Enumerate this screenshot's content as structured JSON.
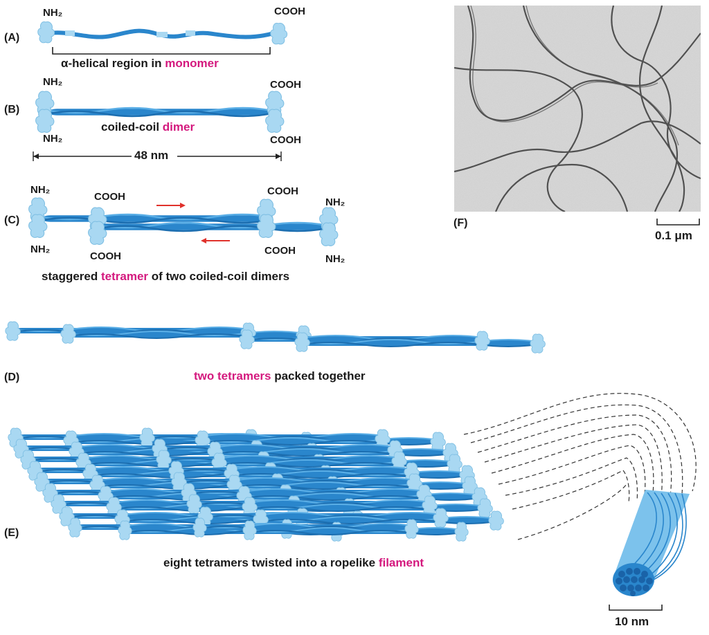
{
  "panels": {
    "a": "(A)",
    "b": "(B)",
    "c": "(C)",
    "d": "(D)",
    "e": "(E)",
    "f": "(F)"
  },
  "panel_a": {
    "nh2": "NH₂",
    "cooh": "COOH",
    "caption_pre": "α-helical region in ",
    "caption_hl": "monomer"
  },
  "panel_b": {
    "nh2_top": "NH₂",
    "nh2_bottom": "NH₂",
    "cooh_top": "COOH",
    "cooh_bottom": "COOH",
    "caption_pre": "coiled-coil ",
    "caption_hl": "dimer",
    "length": "48 nm"
  },
  "panel_c": {
    "nh2_tl": "NH₂",
    "nh2_bl": "NH₂",
    "cooh_tl": "COOH",
    "cooh_bl": "COOH",
    "cooh_tr": "COOH",
    "cooh_br": "COOH",
    "nh2_tr": "NH₂",
    "nh2_br": "NH₂",
    "caption_pre": "staggered ",
    "caption_hl": "tetramer",
    "caption_post": " of two coiled-coil dimers"
  },
  "panel_d": {
    "caption_hl": "two tetramers",
    "caption_post": " packed together"
  },
  "panel_e": {
    "caption_pre": "eight tetramers twisted into a ropelike ",
    "caption_hl": "filament",
    "diameter": "10 nm"
  },
  "panel_f": {
    "scale": "0.1 μm"
  },
  "colors": {
    "strand": "#2a86cc",
    "strand_light": "#5aaee6",
    "head": "#a9d8f2",
    "highlight": "#d4197e",
    "arrow": "#e0312b"
  }
}
